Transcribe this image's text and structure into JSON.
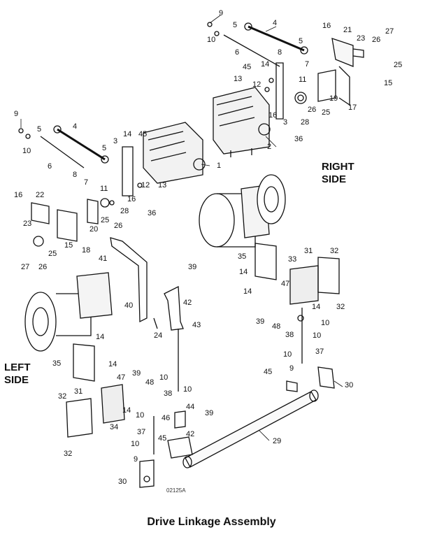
{
  "caption": "Drive Linkage Assembly",
  "sides": {
    "right": [
      "RIGHT",
      "SIDE"
    ],
    "left": [
      "LEFT",
      "SIDE"
    ]
  },
  "drawing_code": "02125A",
  "callouts": {
    "right_upper": [
      "9",
      "10",
      "5",
      "4",
      "5",
      "6",
      "8",
      "7",
      "16",
      "21",
      "23",
      "26",
      "27",
      "25",
      "15",
      "45",
      "14",
      "12",
      "11",
      "13",
      "16",
      "3",
      "28",
      "26",
      "25",
      "19",
      "17",
      "2",
      "36"
    ],
    "left_upper": [
      "9",
      "5",
      "4",
      "10",
      "6",
      "8",
      "5",
      "3",
      "7",
      "14",
      "45",
      "1",
      "11",
      "12",
      "13",
      "16",
      "28",
      "36",
      "16",
      "22",
      "23",
      "15",
      "20",
      "25",
      "26",
      "18",
      "27",
      "26",
      "25"
    ],
    "right_lower": [
      "35",
      "31",
      "32",
      "33",
      "14",
      "14",
      "47",
      "14",
      "32",
      "39",
      "48",
      "10",
      "38",
      "10",
      "10",
      "37",
      "9",
      "45",
      "30"
    ],
    "left_lower": [
      "41",
      "39",
      "42",
      "40",
      "24",
      "43",
      "14",
      "35",
      "14",
      "39",
      "47",
      "48",
      "10",
      "38",
      "10",
      "32",
      "31",
      "14",
      "34",
      "10",
      "46",
      "44",
      "39",
      "37",
      "42",
      "10",
      "45",
      "9",
      "29",
      "32",
      "30"
    ]
  }
}
